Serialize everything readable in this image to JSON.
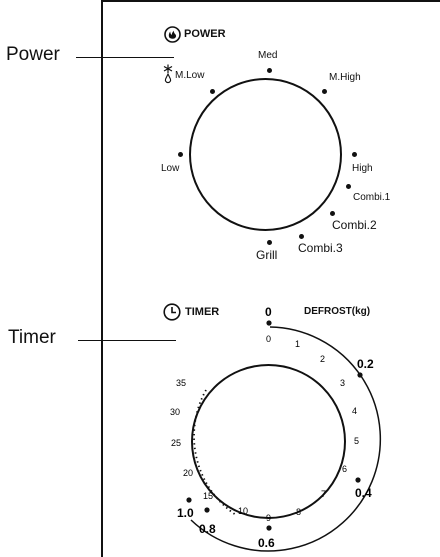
{
  "callouts": {
    "power": "Power",
    "timer": "Timer"
  },
  "power": {
    "title": "POWER",
    "positions": {
      "med": "Med",
      "mlow": "M.Low",
      "mhigh": "M.High",
      "low": "Low",
      "high": "High",
      "combi1": "Combi.1",
      "combi2": "Combi.2",
      "combi3": "Combi.3",
      "grill": "Grill"
    }
  },
  "timer": {
    "title": "TIMER",
    "defrost_label": "DEFROST(kg)",
    "minutes": [
      "0",
      "1",
      "2",
      "3",
      "4",
      "5",
      "6",
      "7",
      "8",
      "9",
      "10",
      "15",
      "20",
      "25",
      "30",
      "35"
    ],
    "weights": [
      "0",
      "0.2",
      "0.4",
      "0.6",
      "0.8",
      "1.0"
    ]
  },
  "icons": [
    "power-symbol-icon",
    "defrost-icon",
    "clock-icon"
  ]
}
